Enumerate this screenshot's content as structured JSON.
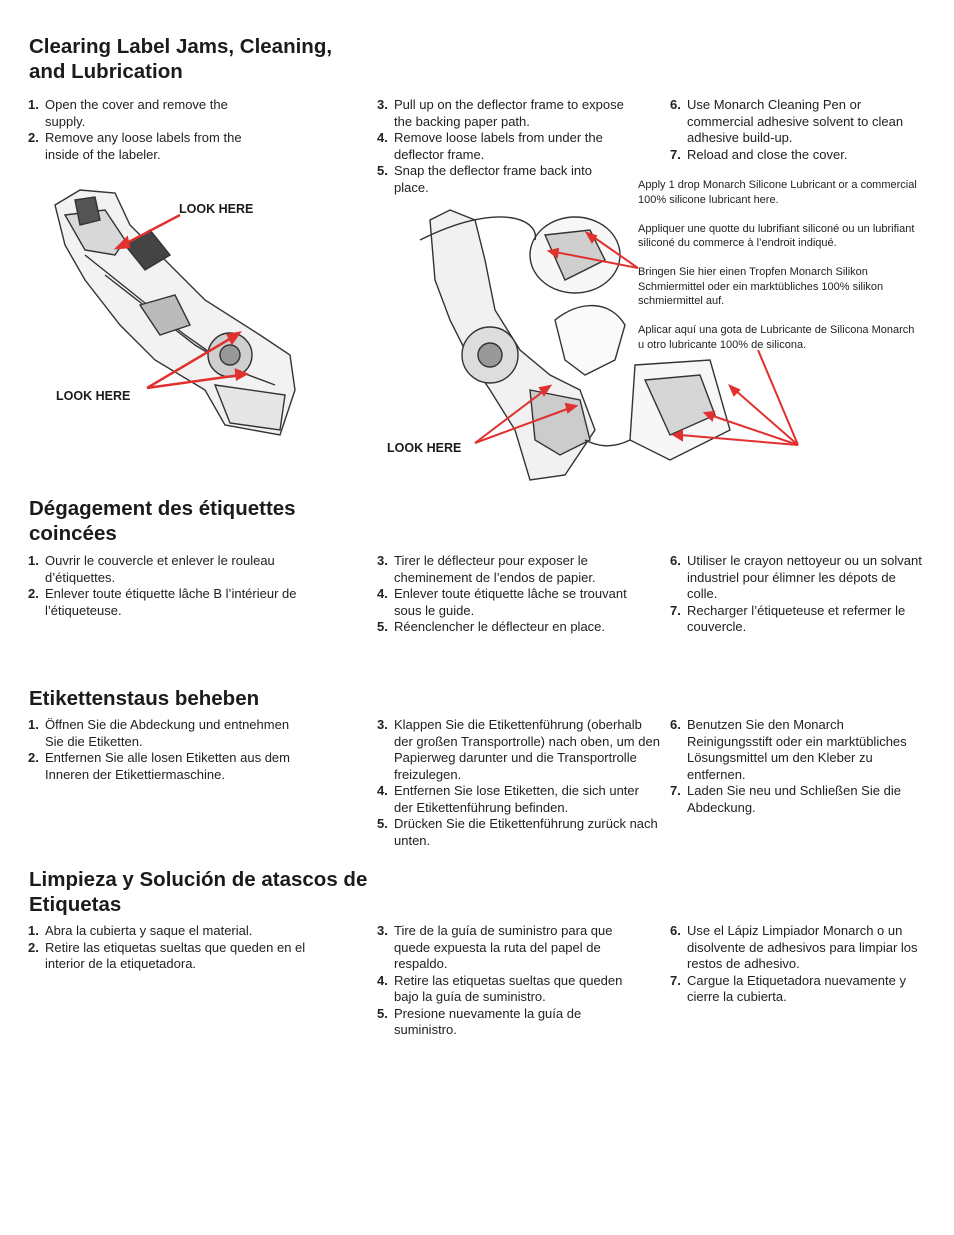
{
  "sections": [
    {
      "heading": "Clearing Label Jams, Cleaning, and Lubrication",
      "col1": [
        {
          "n": "1.",
          "text": "Open the cover and remove the supply."
        },
        {
          "n": "2.",
          "text": "Remove any loose labels from the inside of the labeler."
        }
      ],
      "col2": [
        {
          "n": "3.",
          "text": "Pull up on the deflector frame to expose the backing paper path."
        },
        {
          "n": "4.",
          "text": "Remove loose labels from under the deflector frame."
        },
        {
          "n": "5.",
          "text": "Snap the deflector frame back into place."
        }
      ],
      "col3": [
        {
          "n": "6.",
          "text": "Use Monarch Cleaning Pen or commercial adhesive solvent to clean adhesive build-up."
        },
        {
          "n": "7.",
          "text": "Reload and close the cover."
        }
      ]
    },
    {
      "heading": "Dégagement des étiquettes coincées",
      "col1": [
        {
          "n": "1.",
          "text": "Ouvrir le couvercle et enlever le rouleau d’étiquettes."
        },
        {
          "n": "2.",
          "text": "Enlever toute étiquette lâche B l’intérieur de l’étiqueteuse."
        }
      ],
      "col2": [
        {
          "n": "3.",
          "text": "Tirer le déflecteur pour exposer le cheminement de l’endos de papier."
        },
        {
          "n": "4.",
          "text": "Enlever toute étiquette lâche se trouvant sous le guide."
        },
        {
          "n": "5.",
          "text": "Réenclencher le déflecteur en place."
        }
      ],
      "col3": [
        {
          "n": "6.",
          "text": "Utiliser le crayon nettoyeur ou un solvant industriel pour élimner les dépots de colle."
        },
        {
          "n": "7.",
          "text": "Recharger l’étiqueteuse et refermer le couvercle."
        }
      ]
    },
    {
      "heading": "Etikettenstaus beheben",
      "col1": [
        {
          "n": "1.",
          "text": "Öffnen Sie die Abdeckung und entnehmen Sie die Etiketten."
        },
        {
          "n": "2.",
          "text": "Entfernen Sie alle losen Etiketten aus dem Inneren der Etikettiermaschine."
        }
      ],
      "col2": [
        {
          "n": "3.",
          "text": "Klappen Sie die Etikettenführung (oberhalb der großen Transportrolle) nach oben, um den Papierweg darunter und die Transportrolle freizulegen."
        },
        {
          "n": "4.",
          "text": "Entfernen Sie lose Etiketten, die sich unter der Etikettenführung befinden."
        },
        {
          "n": "5.",
          "text": "Drücken Sie die Etikettenführung zurück nach unten."
        }
      ],
      "col3": [
        {
          "n": "6.",
          "text": "Benutzen Sie den Monarch Reinigungsstift  oder ein marktübliches Lösungsmittel um den Kleber zu entfernen."
        },
        {
          "n": "7.",
          "text": "Laden Sie neu und Schließen Sie die Abdeckung."
        }
      ]
    },
    {
      "heading": "Limpieza y Solución de atascos de Etiquetas",
      "col1": [
        {
          "n": "1.",
          "text": "Abra la cubierta y saque el material."
        },
        {
          "n": "2.",
          "text": "Retire las etiquetas sueltas que queden en el interior de la etiquetadora."
        }
      ],
      "col2": [
        {
          "n": "3.",
          "text": "Tire de la guía de suministro para que quede expuesta la ruta del papel de respaldo."
        },
        {
          "n": "4.",
          "text": "Retire las etiquetas sueltas que queden bajo la guía de suministro."
        },
        {
          "n": "5.",
          "text": "Presione nuevamente la guía de suministro."
        }
      ],
      "col3": [
        {
          "n": "6.",
          "text": "Use el Lápiz Limpiador Monarch o un disolvente de adhesivos para limpiar los restos de adhesivo."
        },
        {
          "n": "7.",
          "text": "Cargue la Etiquetadora nuevamente y cierre la cubierta."
        }
      ]
    }
  ],
  "lubricant_notes": [
    "Apply 1 drop Monarch Silicone Lubricant or a commercial 100% silicone lubricant here.",
    "Appliquer une quotte du lubrifiant siliconé ou un lubrifiant siliconé du commerce à l’endroit indiqué.",
    "Bringen Sie hier einen Tropfen Monarch Silikon Schmiermittel oder ein marktübliches 100% silikon schmiermittel auf.",
    "Aplicar aquí una gota de Lubricante de Silicona Monarch u otro lubricante 100% de silicona."
  ],
  "callouts": {
    "look_here_1": "LOOK HERE",
    "look_here_2": "LOOK HERE",
    "look_here_3": "LOOK HERE"
  },
  "colors": {
    "arrow": "#e0312f",
    "text": "#222222"
  }
}
